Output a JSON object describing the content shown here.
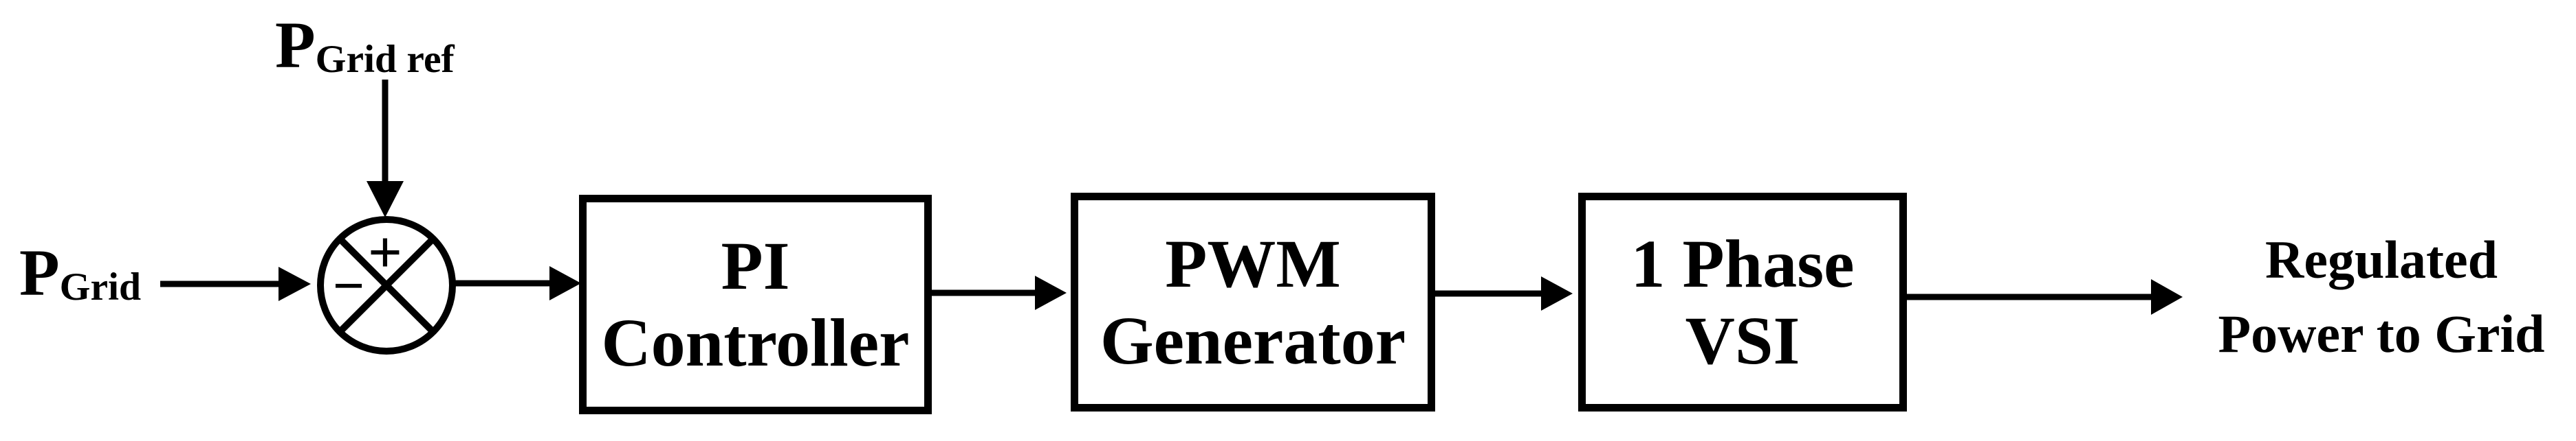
{
  "diagram": {
    "inputs": {
      "grid_ref": {
        "base": "P",
        "sub": "Grid ref"
      },
      "grid": {
        "base": "P",
        "sub": "Grid"
      }
    },
    "summing_junction": {
      "plus_sign": "+",
      "minus_sign": "−"
    },
    "blocks": [
      {
        "id": "pi-controller",
        "lines": [
          "PI",
          "Controller"
        ]
      },
      {
        "id": "pwm-generator",
        "lines": [
          "PWM",
          "Generator"
        ]
      },
      {
        "id": "one-phase-vsi",
        "lines": [
          "1 Phase",
          "VSI"
        ]
      }
    ],
    "output": {
      "lines": [
        "Regulated",
        "Power to Grid"
      ]
    },
    "colors": {
      "ink": "#000000",
      "background": "#ffffff"
    }
  }
}
